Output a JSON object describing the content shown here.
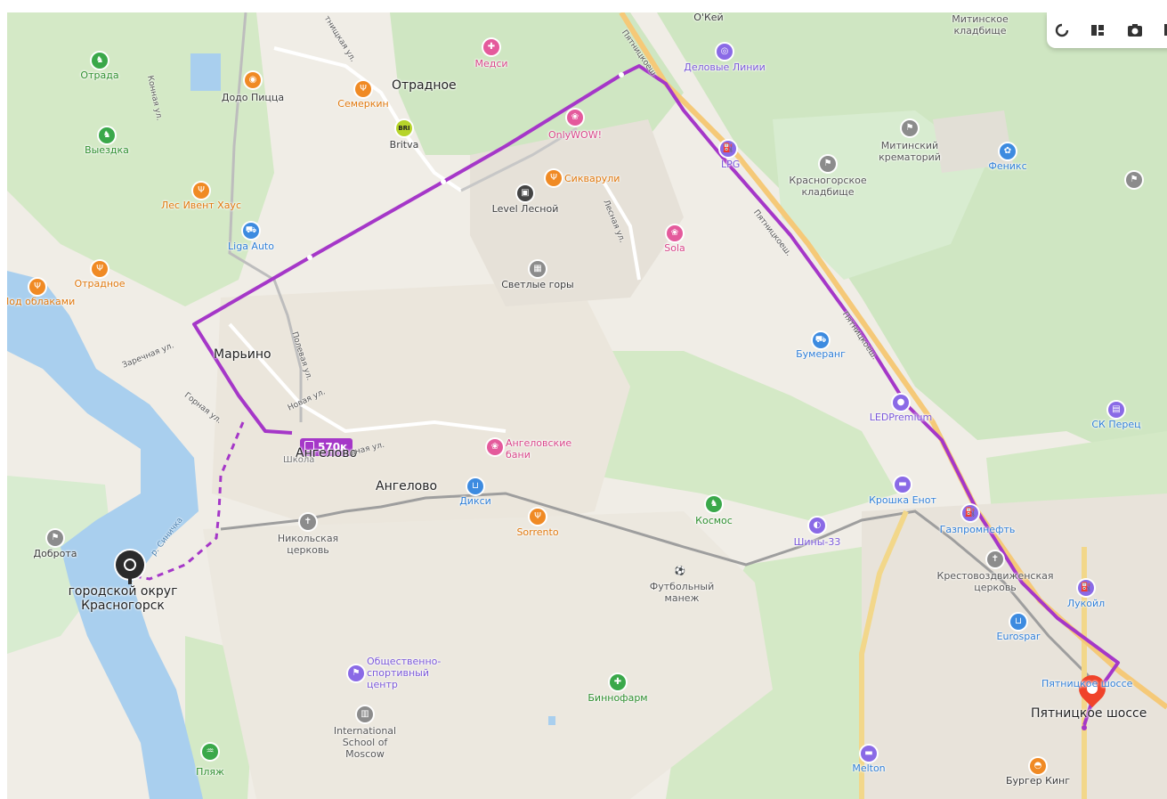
{
  "toolbar": {
    "icons": [
      "refresh-icon",
      "layers-icon",
      "camera-icon",
      "ruler-icon"
    ]
  },
  "route": {
    "bus_label": "570к",
    "start_name": "городской округ\nКрасногорск",
    "end_label": "Пятницкое шоссе",
    "end_stop": "Пятницкое шоссе",
    "color": "#a537c8"
  },
  "places": {
    "otradnoe_district": "Отрадное",
    "marino": "Марьино",
    "angelovo_top": "Ангелово",
    "angelovo_mid": "Ангелово",
    "school": "Школа",
    "okey": "О'Кей",
    "mitinskoe_kladbishche": "Митинское\nкладбище",
    "otrada": "Отрада",
    "vyezdka": "Выездка",
    "dodo": "Додо Пицца",
    "semerkin": "Семеркин",
    "medsi": "Медси",
    "britva": "Britva",
    "delovye_linii": "Деловые Линии",
    "onlywow": "OnlyWOW!",
    "sikvaruli": "Сикварули",
    "level_lesnoy": "Level Лесной",
    "lpg": "LPG",
    "mitinsky_crematory": "Митинский\nкрематорий",
    "krasnogorskoe_kladbishche": "Красногорское\nкладбище",
    "feniks": "Феникс",
    "les_ivent": "Лес Ивент Хаус",
    "liga_auto": "Liga Auto",
    "otradnoe_cafe": "Отрадное",
    "pod_oblakami": "Под облаками",
    "sola": "Sola",
    "svetlye_gory": "Светлые горы",
    "bumerang": "Бумеранг",
    "ledpremium": "LEDPremium",
    "sk_perec": "СК Перец",
    "angelovskie_bani": "Ангеловские\nбани",
    "diksi": "Дикси",
    "sorrento": "Sorrento",
    "kosmos": "Космос",
    "shiny33": "Шины-33",
    "kroshka_enot": "Крошка Енот",
    "gazpromneft": "Газпромнефть",
    "nikolskaya": "Никольская\nцерковь",
    "dobrota": "Доброта",
    "krestovozdvizhenskaya": "Крестовоздвиженская\nцерковь",
    "lukoil": "Лукойл",
    "eurospar": "Eurospar",
    "football": "Футбольный\nманеж",
    "sport_center": "Общественно-\nспортивный\nцентр",
    "binnofarm": "Биннофарм",
    "intl_school": "International\nSchool of\nMoscow",
    "plyazh": "Пляж",
    "melton": "Melton",
    "burger_king": "Бургер Кинг"
  },
  "streets": {
    "pyatnitskoe1": "Пятницкоеш.",
    "pyatnitskoe2": "Пятницкоеш.",
    "pyatnitskoe3": "Пятницкоеш.",
    "lesnaya": "Лесная ул.",
    "zarechnaya": "Заречная ул.",
    "polevaya": "Полевая ул.",
    "novaya": "Новая ул.",
    "gornaya": "Горная ул.",
    "konnaya": "Конная ул.",
    "angelovo_st": "ьная ул.",
    "sinichka": "р. Синичка",
    "top_street": "тнищкая ул."
  }
}
